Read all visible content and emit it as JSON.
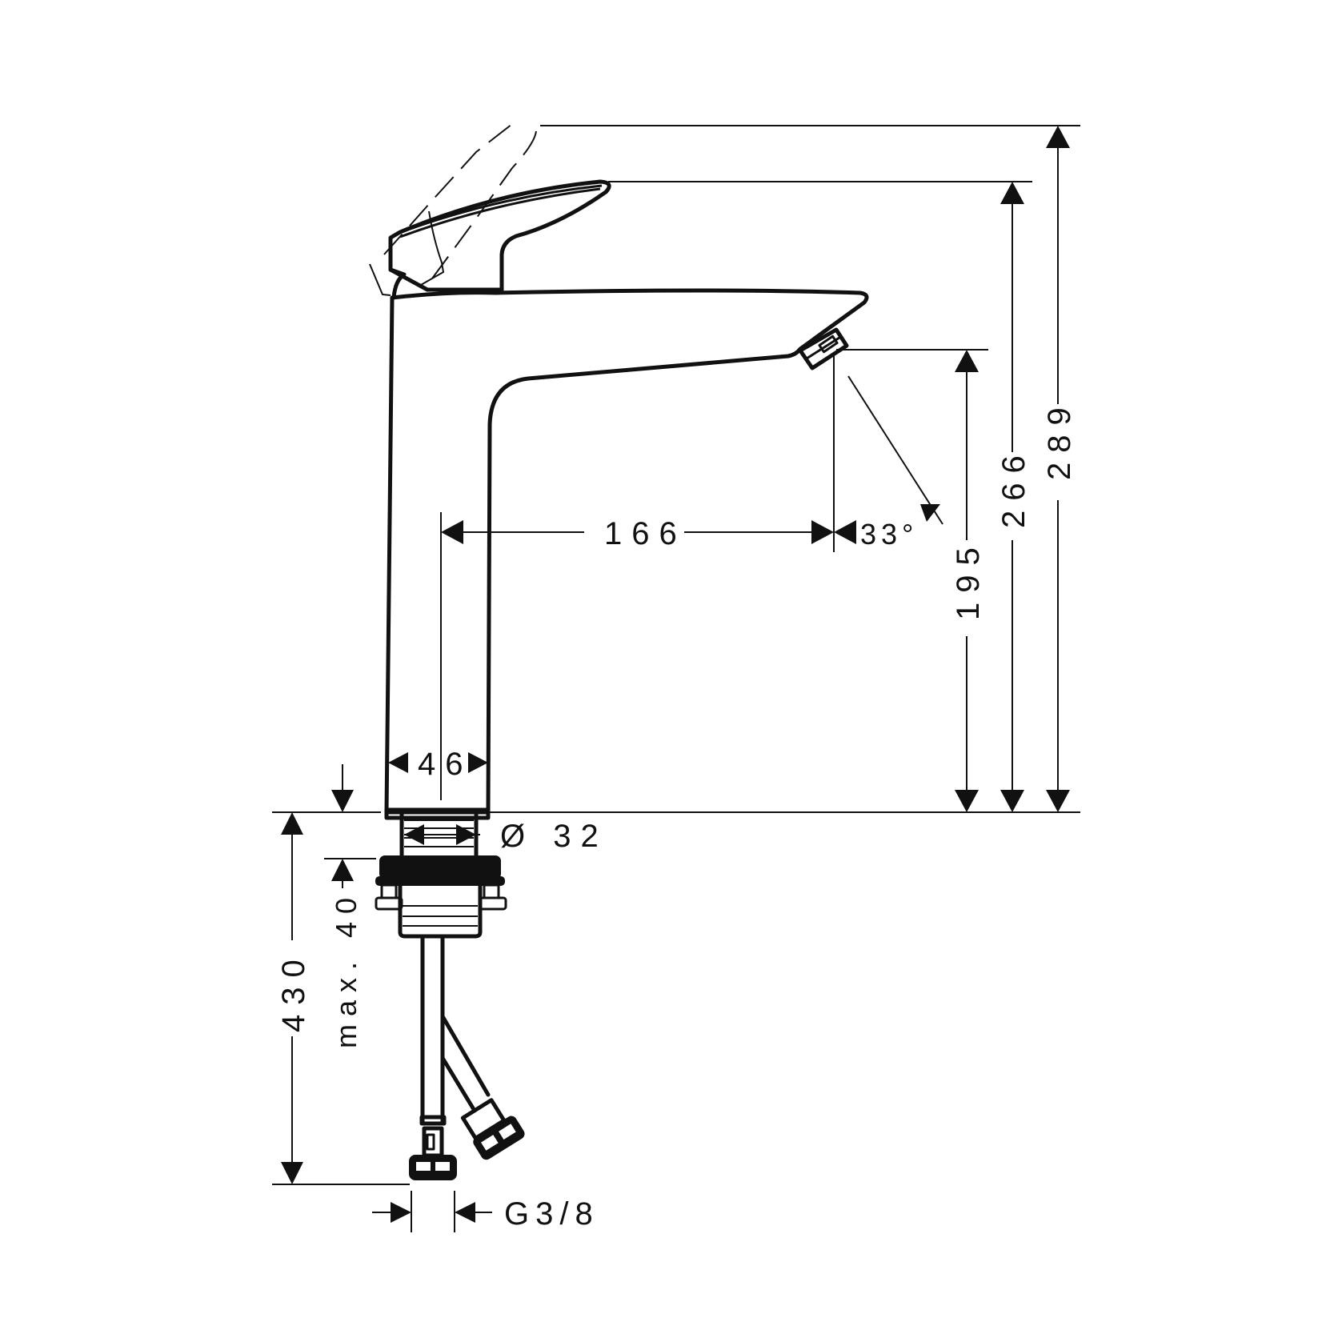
{
  "drawing": {
    "subject": "Single-lever basin mixer dimension drawing",
    "units": "mm",
    "line_color": "#111111",
    "background": "#ffffff"
  },
  "dimensions": {
    "total_height": "289",
    "handle_height": "266",
    "spout_height": "195",
    "projection": "166",
    "spout_angle": "33°",
    "body_width": "46",
    "shank_diameter": "Ø 32",
    "max_countertop": "max. 40",
    "hose_length": "430",
    "connection_thread": "G3/8"
  }
}
